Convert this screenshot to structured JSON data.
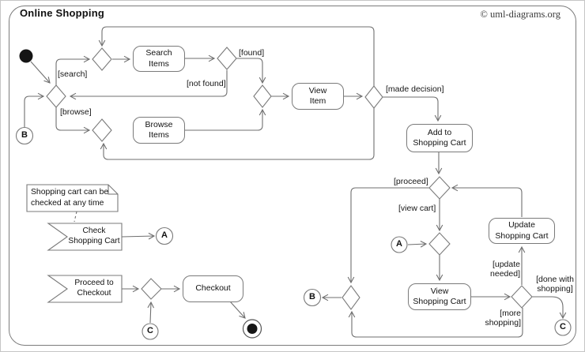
{
  "frame": {
    "title": "Online Shopping",
    "copyright": "© uml-diagrams.org"
  },
  "colors": {
    "edge": "#6f6f6f",
    "node_border": "#7a7a7a",
    "node_fill": "#ffffff",
    "text": "#111111",
    "start_final_fill": "#151515"
  },
  "activities": {
    "search_items": "Search\nItems",
    "browse_items": "Browse\nItems",
    "view_item": "View\nItem",
    "add_to_cart": "Add to\nShopping Cart",
    "update_cart": "Update\nShopping Cart",
    "view_cart": "View\nShopping Cart",
    "checkout": "Checkout"
  },
  "signals": {
    "check_cart": "Check\nShopping Cart",
    "proceed_checkout": "Proceed to\nCheckout"
  },
  "guards": {
    "search": "[search]",
    "browse": "[browse]",
    "found": "[found]",
    "not_found": "[not found]",
    "made_decision": "[made decision]",
    "proceed": "[proceed]",
    "view_cart": "[view cart]",
    "update_needed": "[update\nneeded]",
    "done_with_shopping": "[done with\nshopping]",
    "more_shopping": "[more\nshopping]"
  },
  "connectors": {
    "b_top": "B",
    "a_left": "A",
    "c_left": "C",
    "a_mid": "A",
    "b_bottom": "B",
    "c_right": "C"
  },
  "note": "Shopping cart can be\nchecked at any time"
}
